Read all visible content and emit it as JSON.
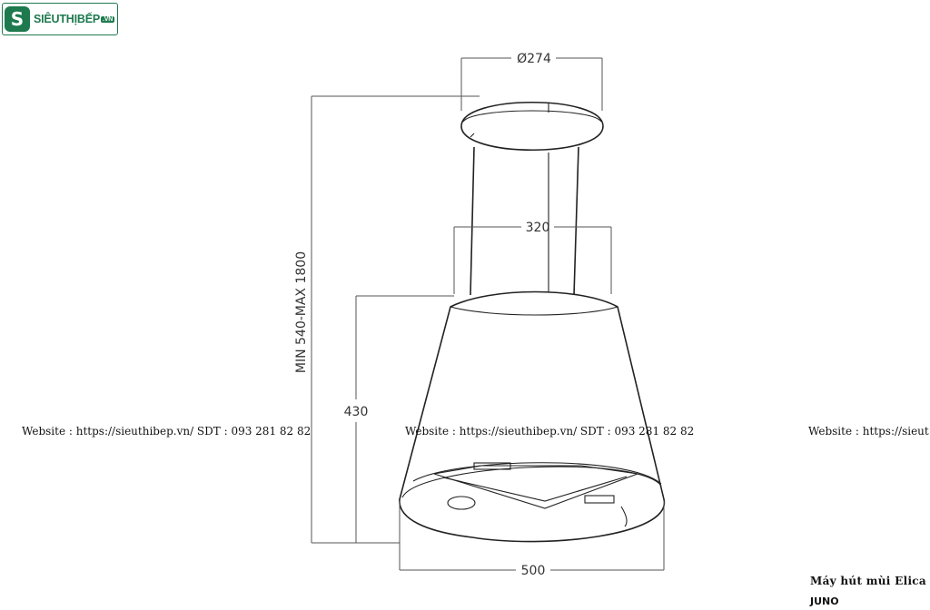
{
  "logo": {
    "text": "SIÊUTHỊBẾP",
    "tld": ".VN"
  },
  "dimensions": {
    "top_diameter": "Ø274",
    "chimney_width": "320",
    "height_range": "MIN 540-MAX 1800",
    "hood_height": "430",
    "hood_width": "500"
  },
  "watermarks": [
    "Website : https://sieuthibep.vn/      SDT : 093 281 82 82",
    "Website : https://sieuthibep.vn/ SDT : 093 281 82 82",
    "Website : https://sieut"
  ],
  "caption": {
    "product": "Máy hút mùi Elica",
    "model": "JUNO"
  }
}
